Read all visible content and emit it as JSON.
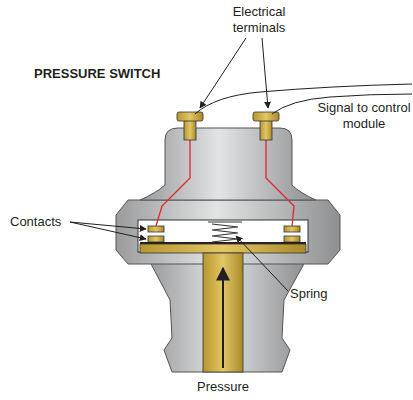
{
  "diagram": {
    "title": "PRESSURE SWITCH",
    "labels": [
      "Electrical terminals",
      "Signal to control module",
      "Contacts",
      "Spring",
      "Pressure"
    ]
  }
}
